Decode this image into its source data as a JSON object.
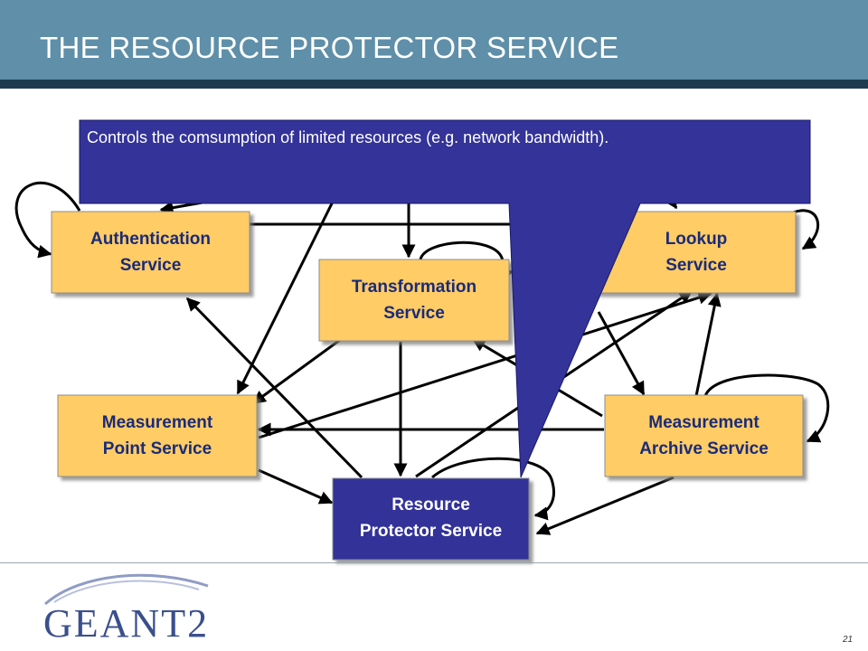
{
  "slide": {
    "title": "THE RESOURCE PROTECTOR SERVICE",
    "page_number": "21"
  },
  "callout": {
    "text": "Controls the comsumption of limited resources (e.g. network bandwidth)."
  },
  "nodes": {
    "authentication": {
      "label": "Authentication\nService"
    },
    "lookup": {
      "label": "Lookup\nService"
    },
    "transformation": {
      "label": "Transformation\nService"
    },
    "measurement_point": {
      "label": "Measurement\nPoint Service"
    },
    "measurement_archive": {
      "label": "Measurement\nArchive Service"
    },
    "resource_protector": {
      "label": "Resource\nProtector Service"
    }
  },
  "logo": {
    "text": "GEANT2"
  },
  "colors": {
    "node_fill": "#ffcc66",
    "highlight_fill": "#333399",
    "header": "#5f8fa9",
    "header_rule": "#1d3b4e"
  }
}
